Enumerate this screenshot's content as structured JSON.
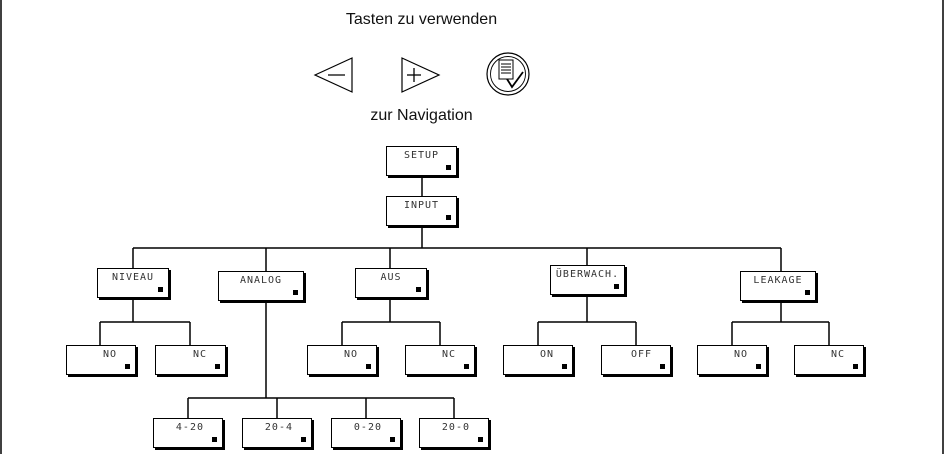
{
  "header": {
    "title": "Tasten zu verwenden",
    "subtitle": "zur Navigation"
  },
  "keys": [
    {
      "icon": "minus-left-arrow-icon",
      "symbol": "−"
    },
    {
      "icon": "plus-right-arrow-icon",
      "symbol": "+"
    },
    {
      "icon": "menu-check-icon",
      "symbol": "✓"
    }
  ],
  "menu": {
    "root": "SETUP",
    "input": "INPUT",
    "niveau": {
      "label": "NIVEAU",
      "options": [
        "NO",
        "NC"
      ]
    },
    "analog": {
      "label": "ANALOG",
      "options": [
        "4-20",
        "20-4",
        "0-20",
        "20-0"
      ]
    },
    "aus": {
      "label": "AUS",
      "options": [
        "NO",
        "NC"
      ]
    },
    "ueberwach": {
      "label": "ÜBERWACH.",
      "options": [
        "ON",
        "OFF"
      ]
    },
    "leakage": {
      "label": "LEAKAGE",
      "options": [
        "NO",
        "NC"
      ]
    }
  }
}
